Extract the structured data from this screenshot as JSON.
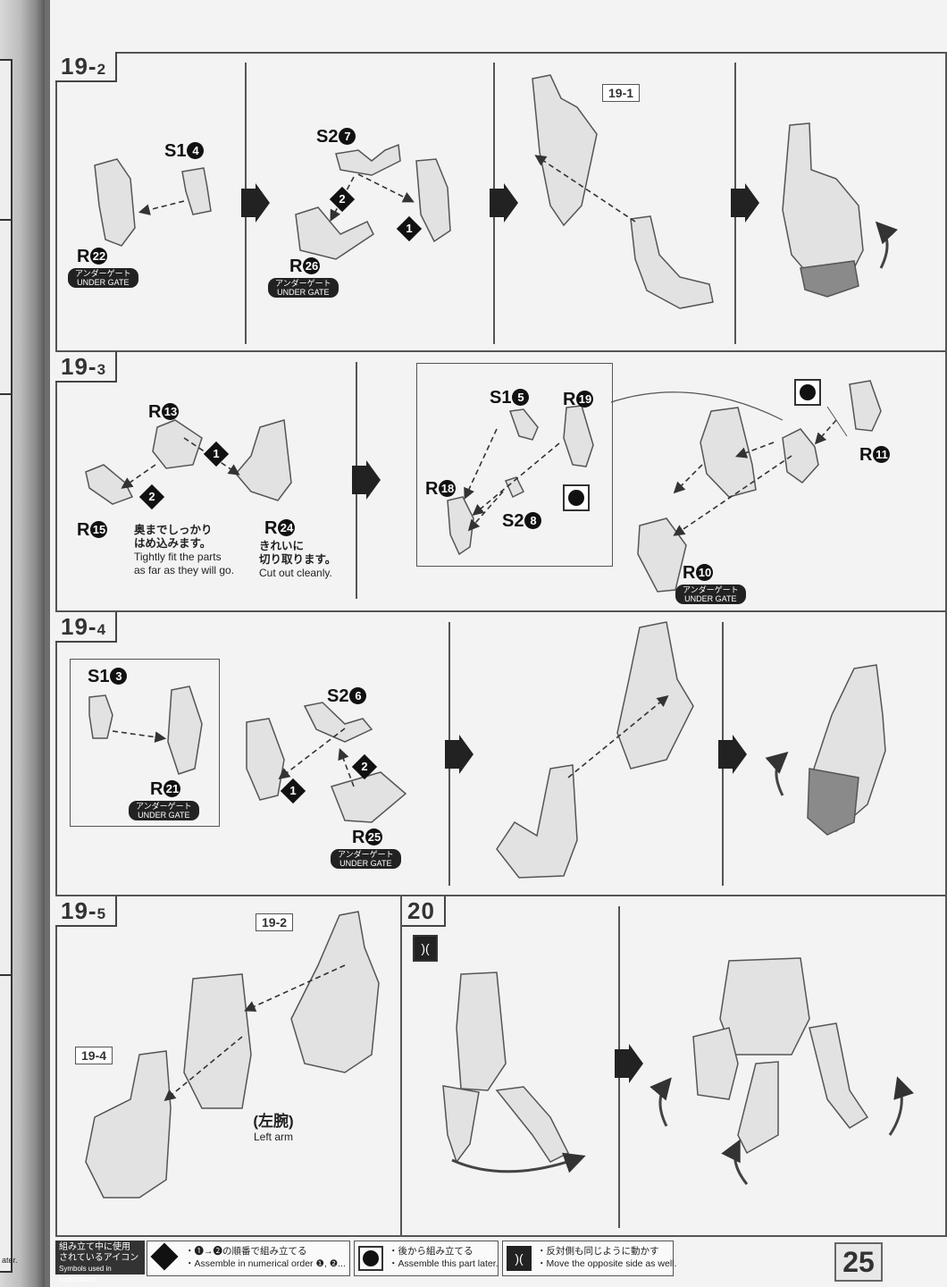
{
  "page_number": "25",
  "steps": {
    "s19_2": {
      "label": "19-",
      "sub": "2"
    },
    "s19_3": {
      "label": "19-",
      "sub": "3"
    },
    "s19_4": {
      "label": "19-",
      "sub": "4"
    },
    "s19_5": {
      "label": "19-",
      "sub": "5"
    },
    "s20": {
      "label": "20"
    }
  },
  "refs": {
    "r19_1": "19-1",
    "r19_2": "19-2",
    "r19_4": "19-4"
  },
  "parts": {
    "s1_4": {
      "name": "S1",
      "num": "4"
    },
    "r22": {
      "name": "R",
      "num": "22"
    },
    "s2_7": {
      "name": "S2",
      "num": "7"
    },
    "r26": {
      "name": "R",
      "num": "26"
    },
    "r13": {
      "name": "R",
      "num": "13"
    },
    "r15": {
      "name": "R",
      "num": "15"
    },
    "r24": {
      "name": "R",
      "num": "24"
    },
    "s1_5": {
      "name": "S1",
      "num": "5"
    },
    "r19": {
      "name": "R",
      "num": "19"
    },
    "r18": {
      "name": "R",
      "num": "18"
    },
    "s2_8": {
      "name": "S2",
      "num": "8"
    },
    "r11": {
      "name": "R",
      "num": "11"
    },
    "r10": {
      "name": "R",
      "num": "10"
    },
    "s1_3": {
      "name": "S1",
      "num": "3"
    },
    "s2_6": {
      "name": "S2",
      "num": "6"
    },
    "r21": {
      "name": "R",
      "num": "21"
    },
    "r25": {
      "name": "R",
      "num": "25"
    }
  },
  "under_gate": {
    "jp": "アンダーゲート",
    "en": "UNDER GATE"
  },
  "notes": {
    "tight_fit": {
      "jp1": "奥までしっかり",
      "jp2": "はめ込みます。",
      "en1": "Tightly fit the parts",
      "en2": "as far as they will go."
    },
    "cut_clean": {
      "jp1": "きれいに",
      "jp2": "切り取ります。",
      "en1": "Cut out cleanly."
    }
  },
  "left_arm": {
    "jp": "(左腕)",
    "en": "Left arm"
  },
  "order_marks": {
    "one": "1",
    "two": "2"
  },
  "legend": {
    "header_jp1": "組み立て中に使用",
    "header_jp2": "されているアイコン",
    "header_en": "Symbols used in instructions",
    "order_jp": "・❶→❷の順番で組み立てる",
    "order_en": "・Assemble in numerical order ❶, ❷...",
    "later_jp": "・後から組み立てる",
    "later_en": "・Assemble this part later.",
    "opposite_jp": "・反対側も同じように動かす",
    "opposite_en": "・Move the opposite side as well."
  },
  "spine_text": "ater.",
  "colors": {
    "line": "#555555",
    "part_fill": "#e2e2e2",
    "part_dark": "#8a8a8a",
    "arrow": "#333333"
  }
}
